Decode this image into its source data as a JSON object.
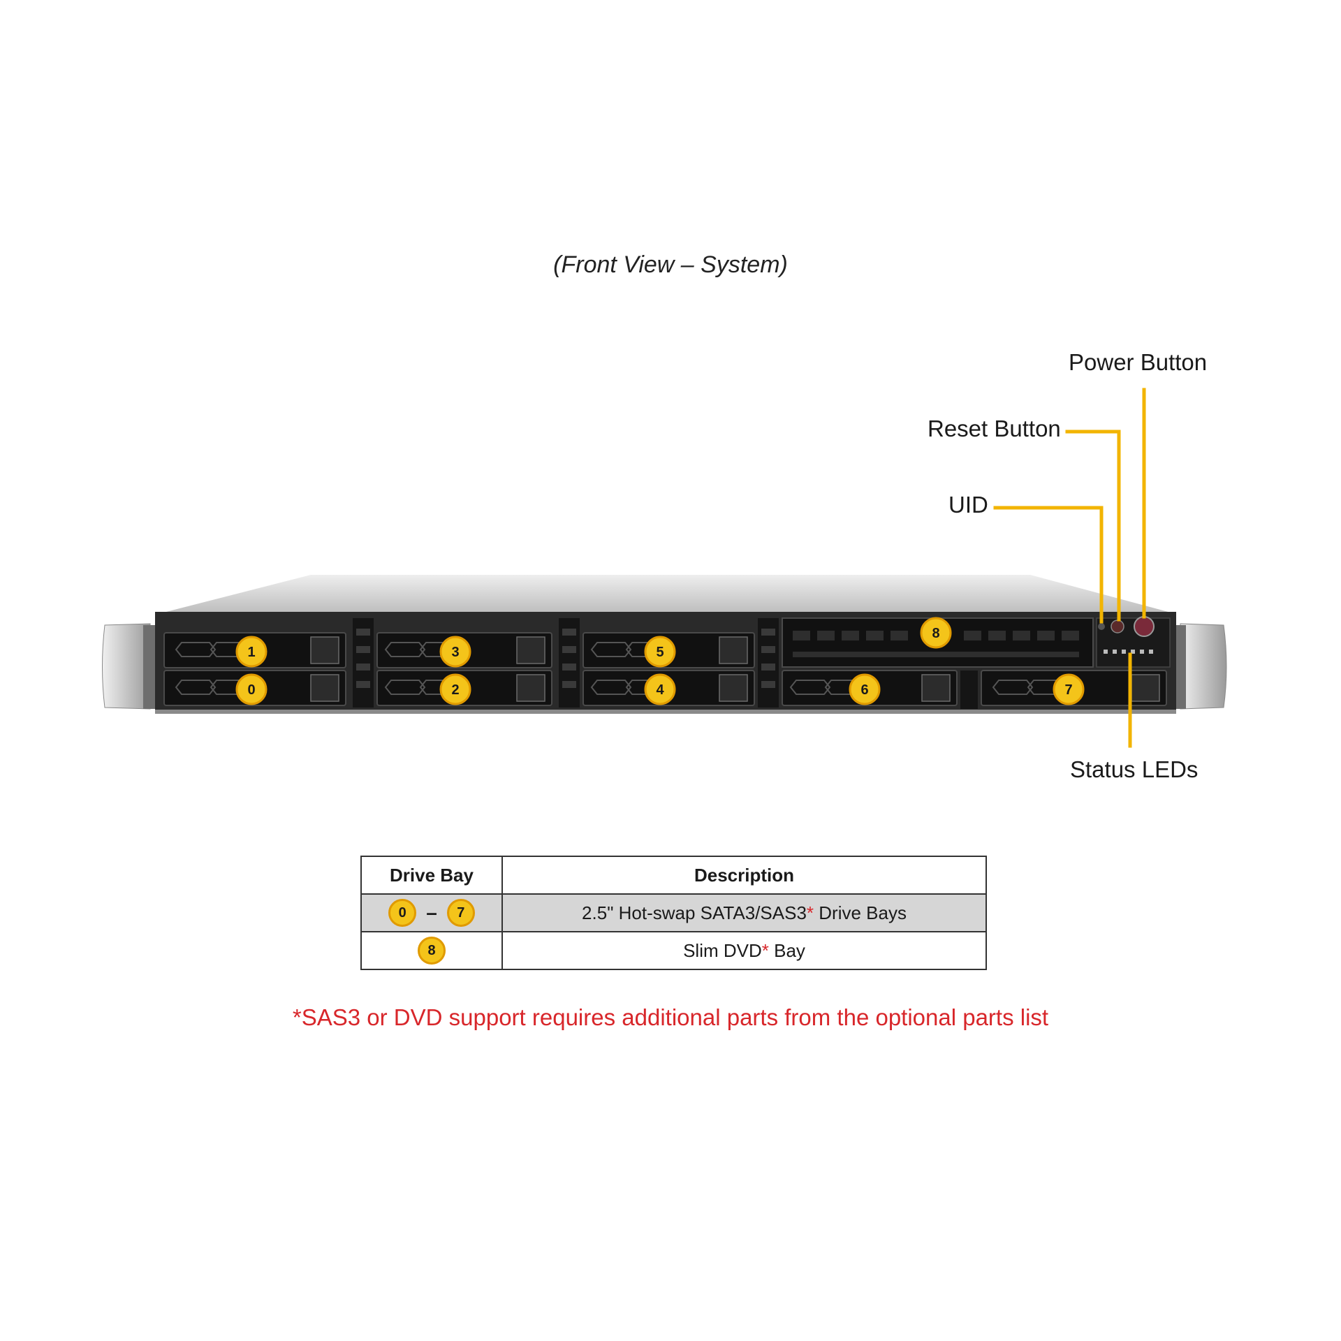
{
  "caption": "(Front View – System)",
  "callouts": {
    "power": "Power Button",
    "reset": "Reset Button",
    "uid": "UID",
    "status": "Status LEDs"
  },
  "bays": [
    {
      "id": "bay-0",
      "label": "0"
    },
    {
      "id": "bay-1",
      "label": "1"
    },
    {
      "id": "bay-2",
      "label": "2"
    },
    {
      "id": "bay-3",
      "label": "3"
    },
    {
      "id": "bay-4",
      "label": "4"
    },
    {
      "id": "bay-5",
      "label": "5"
    },
    {
      "id": "bay-6",
      "label": "6"
    },
    {
      "id": "bay-7",
      "label": "7"
    },
    {
      "id": "bay-8",
      "label": "8"
    }
  ],
  "table": {
    "headers": {
      "bay": "Drive Bay",
      "description": "Description"
    },
    "rows": [
      {
        "bay_from": "0",
        "dash": "–",
        "bay_to": "7",
        "desc_pre": "2.5\" Hot-swap SATA3/SAS3",
        "desc_mark": "*",
        "desc_post": " Drive Bays"
      },
      {
        "bay": "8",
        "desc_pre": "Slim DVD",
        "desc_mark": "*",
        "desc_post": " Bay"
      }
    ]
  },
  "footnote": "*SAS3 or DVD support requires additional parts from the optional parts list",
  "colors": {
    "callout_line": "#f2b400",
    "badge_fill": "#f4c41a",
    "footnote": "#d8262a"
  }
}
